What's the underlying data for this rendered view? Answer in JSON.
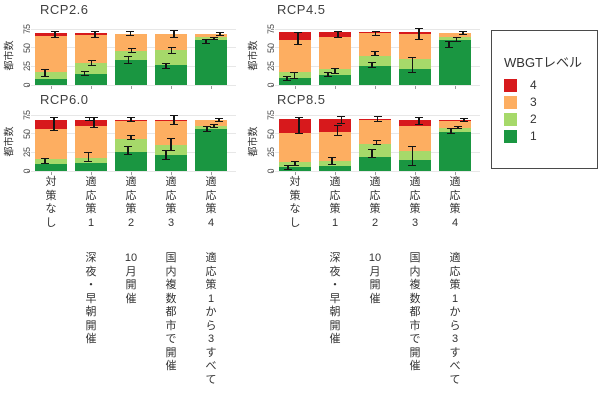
{
  "figure": {
    "background": "#ffffff"
  },
  "chart_data": {
    "type": "bar",
    "stacked": true,
    "ylabel": "都市数",
    "yticks": [
      0,
      25,
      50,
      75
    ],
    "ymax": 77,
    "levels_bottom_to_top": [
      "1",
      "2",
      "3",
      "4"
    ],
    "segment_colors": [
      "#1A9641",
      "#A6D96A",
      "#FDAE61",
      "#D7191C"
    ],
    "error_bar_color": "#141414",
    "categories": [
      {
        "name": "対策なし",
        "desc": ""
      },
      {
        "name": "適応策1",
        "desc": "深夜・早朝開催"
      },
      {
        "name": "適応策2",
        "desc": "10月開催"
      },
      {
        "name": "適応策3",
        "desc": "国内複数都市で開催"
      },
      {
        "name": "適応策4",
        "desc": "適応策1から3すべて"
      }
    ],
    "panels": [
      {
        "title": "RCP2.6",
        "bars": [
          {
            "segments": [
              8,
              10,
              48,
              4
            ],
            "error_bars": [
              [
                18,
                4,
                -0.18
              ],
              [
                69,
                3,
                0.12
              ]
            ]
          },
          {
            "segments": [
              15,
              14,
              38,
              3
            ],
            "error_bars": [
              [
                17,
                2,
                -0.2
              ],
              [
                31,
                3,
                0.02
              ],
              [
                69,
                3,
                0.12
              ]
            ]
          },
          {
            "segments": [
              33,
              13,
              23,
              0
            ],
            "error_bars": [
              [
                35,
                4,
                -0.08
              ],
              [
                48,
                2,
                0.02
              ],
              [
                71,
                2,
                -0.02
              ]
            ]
          },
          {
            "segments": [
              27,
              20,
              22,
              0
            ],
            "error_bars": [
              [
                27,
                3,
                -0.15
              ],
              [
                48,
                3,
                0.02
              ],
              [
                70,
                4,
                0.1
              ]
            ]
          },
          {
            "segments": [
              60,
              4,
              5,
              0
            ],
            "error_bars": [
              [
                60,
                2,
                -0.15
              ],
              [
                64,
                1,
                0.1
              ],
              [
                70,
                1,
                0.28
              ]
            ]
          }
        ]
      },
      {
        "title": "RCP4.5",
        "bars": [
          {
            "segments": [
              9,
              9,
              42,
              11
            ],
            "error_bars": [
              [
                10,
                2,
                -0.25
              ],
              [
                14,
                3,
                -0.02
              ],
              [
                64,
                7,
                0.1
              ]
            ]
          },
          {
            "segments": [
              14,
              8,
              43,
              6
            ],
            "error_bars": [
              [
                15,
                2,
                -0.22
              ],
              [
                20,
                3,
                0
              ],
              [
                69,
                3,
                0.1
              ]
            ]
          },
          {
            "segments": [
              26,
              13,
              31,
              1
            ],
            "error_bars": [
              [
                28,
                3,
                -0.1
              ],
              [
                44,
                2,
                0
              ],
              [
                71,
                2,
                0.02
              ]
            ]
          },
          {
            "segments": [
              22,
              13,
              34,
              2
            ],
            "error_bars": [
              [
                28,
                9,
                -0.08
              ],
              [
                70,
                7,
                0.12
              ]
            ]
          },
          {
            "segments": [
              60,
              4,
              6,
              0
            ],
            "error_bars": [
              [
                56,
                3,
                -0.18
              ],
              [
                62,
                2,
                0.05
              ],
              [
                71,
                1,
                0.25
              ]
            ]
          }
        ]
      },
      {
        "title": "RCP6.0",
        "bars": [
          {
            "segments": [
              9,
              7,
              41,
              12
            ],
            "error_bars": [
              [
                15,
                3,
                -0.18
              ],
              [
                65,
                8,
                0.1
              ]
            ]
          },
          {
            "segments": [
              11,
              6,
              44,
              8
            ],
            "error_bars": [
              [
                20,
                5,
                -0.08
              ],
              [
                66,
                6,
                0.1
              ],
              [
                71,
                1,
                -0.05
              ]
            ]
          },
          {
            "segments": [
              26,
              17,
              25,
              1
            ],
            "error_bars": [
              [
                29,
                5,
                -0.1
              ],
              [
                46,
                2,
                0
              ],
              [
                71,
                2,
                0
              ]
            ]
          },
          {
            "segments": [
              22,
              13,
              32,
              2
            ],
            "error_bars": [
              [
                23,
                5,
                -0.15
              ],
              [
                37,
                7,
                0
              ],
              [
                70,
                5,
                0.1
              ]
            ]
          },
          {
            "segments": [
              56,
              4,
              9,
              0
            ],
            "error_bars": [
              [
                58,
                3,
                -0.12
              ],
              [
                62,
                1,
                0.1
              ],
              [
                70,
                1,
                0.25
              ]
            ]
          }
        ]
      },
      {
        "title": "RCP8.5",
        "bars": [
          {
            "segments": [
              5,
              7,
              39,
              19
            ],
            "error_bars": [
              [
                6,
                2,
                -0.22
              ],
              [
                12,
                2,
                0
              ],
              [
                62,
                10,
                0.12
              ]
            ]
          },
          {
            "segments": [
              7,
              7,
              39,
              17
            ],
            "error_bars": [
              [
                15,
                4,
                -0.1
              ],
              [
                56,
                6,
                0.08
              ],
              [
                70,
                4,
                0.2
              ]
            ]
          },
          {
            "segments": [
              19,
              17,
              32,
              2
            ],
            "error_bars": [
              [
                25,
                5,
                -0.1
              ],
              [
                40,
                2,
                0.05
              ],
              [
                71,
                3,
                0.08
              ]
            ]
          },
          {
            "segments": [
              15,
              12,
              33,
              9
            ],
            "error_bars": [
              [
                21,
                12,
                -0.08
              ],
              [
                69,
                4,
                0.12
              ]
            ]
          },
          {
            "segments": [
              53,
              5,
              10,
              1
            ],
            "error_bars": [
              [
                55,
                3,
                -0.12
              ],
              [
                60,
                1,
                0.1
              ],
              [
                70,
                1,
                0.28
              ]
            ]
          }
        ]
      },
      {
        "note": ""
      }
    ],
    "legend": {
      "title": "WBGTレベル",
      "items": [
        {
          "label": "4",
          "color": "#D7191C"
        },
        {
          "label": "3",
          "color": "#FDAE61"
        },
        {
          "label": "2",
          "color": "#A6D96A"
        },
        {
          "label": "1",
          "color": "#1A9641"
        }
      ]
    }
  }
}
